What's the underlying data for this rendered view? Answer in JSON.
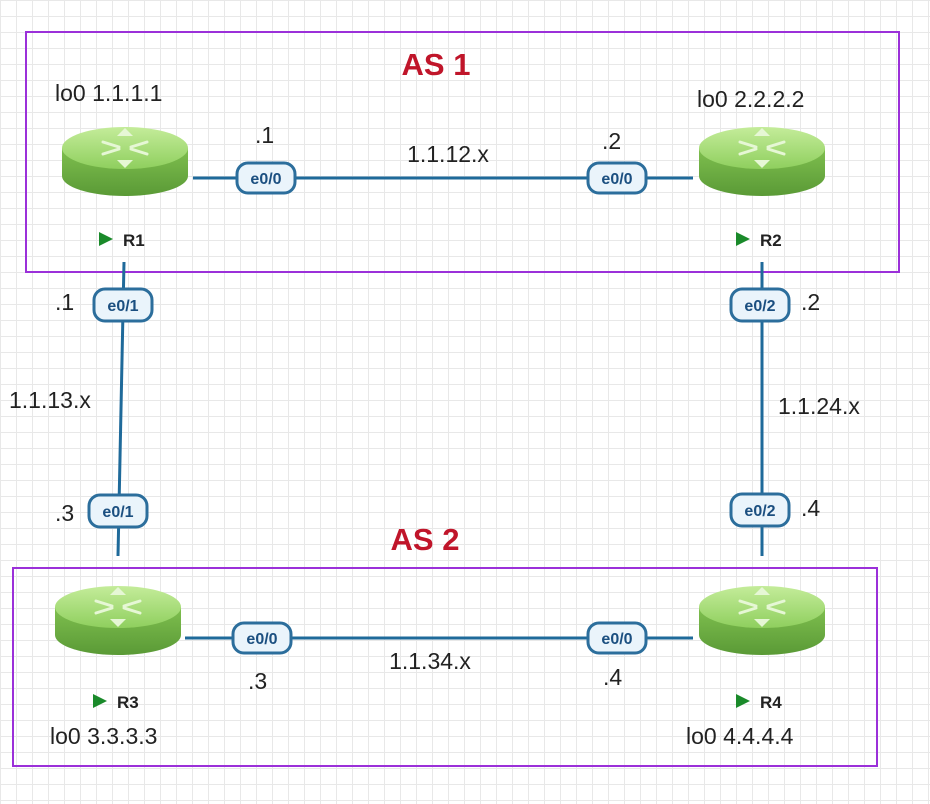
{
  "areas": {
    "as1": {
      "label": "AS 1"
    },
    "as2": {
      "label": "AS 2"
    }
  },
  "routers": {
    "r1": {
      "name": "R1",
      "loopback": "lo0 1.1.1.1"
    },
    "r2": {
      "name": "R2",
      "loopback": "lo0 2.2.2.2"
    },
    "r3": {
      "name": "R3",
      "loopback": "lo0 3.3.3.3"
    },
    "r4": {
      "name": "R4",
      "loopback": "lo0 4.4.4.4"
    }
  },
  "links": {
    "r1_r2": {
      "subnet": "1.1.12.x",
      "a_port": "e0/0",
      "a_host": ".1",
      "b_port": "e0/0",
      "b_host": ".2"
    },
    "r1_r3": {
      "subnet": "1.1.13.x",
      "a_port": "e0/1",
      "a_host": ".1",
      "b_port": "e0/1",
      "b_host": ".3"
    },
    "r2_r4": {
      "subnet": "1.1.24.x",
      "a_port": "e0/2",
      "a_host": ".2",
      "b_port": "e0/2",
      "b_host": ".4"
    },
    "r3_r4": {
      "subnet": "1.1.34.x",
      "a_port": "e0/0",
      "a_host": ".3",
      "b_port": "e0/0",
      "b_host": ".4"
    }
  },
  "colors": {
    "area_border": "#9b30d9",
    "area_label": "#c0152a",
    "link": "#1f6a9a",
    "router": "#8fcf5e",
    "status_arrow": "#1a8a2a"
  }
}
